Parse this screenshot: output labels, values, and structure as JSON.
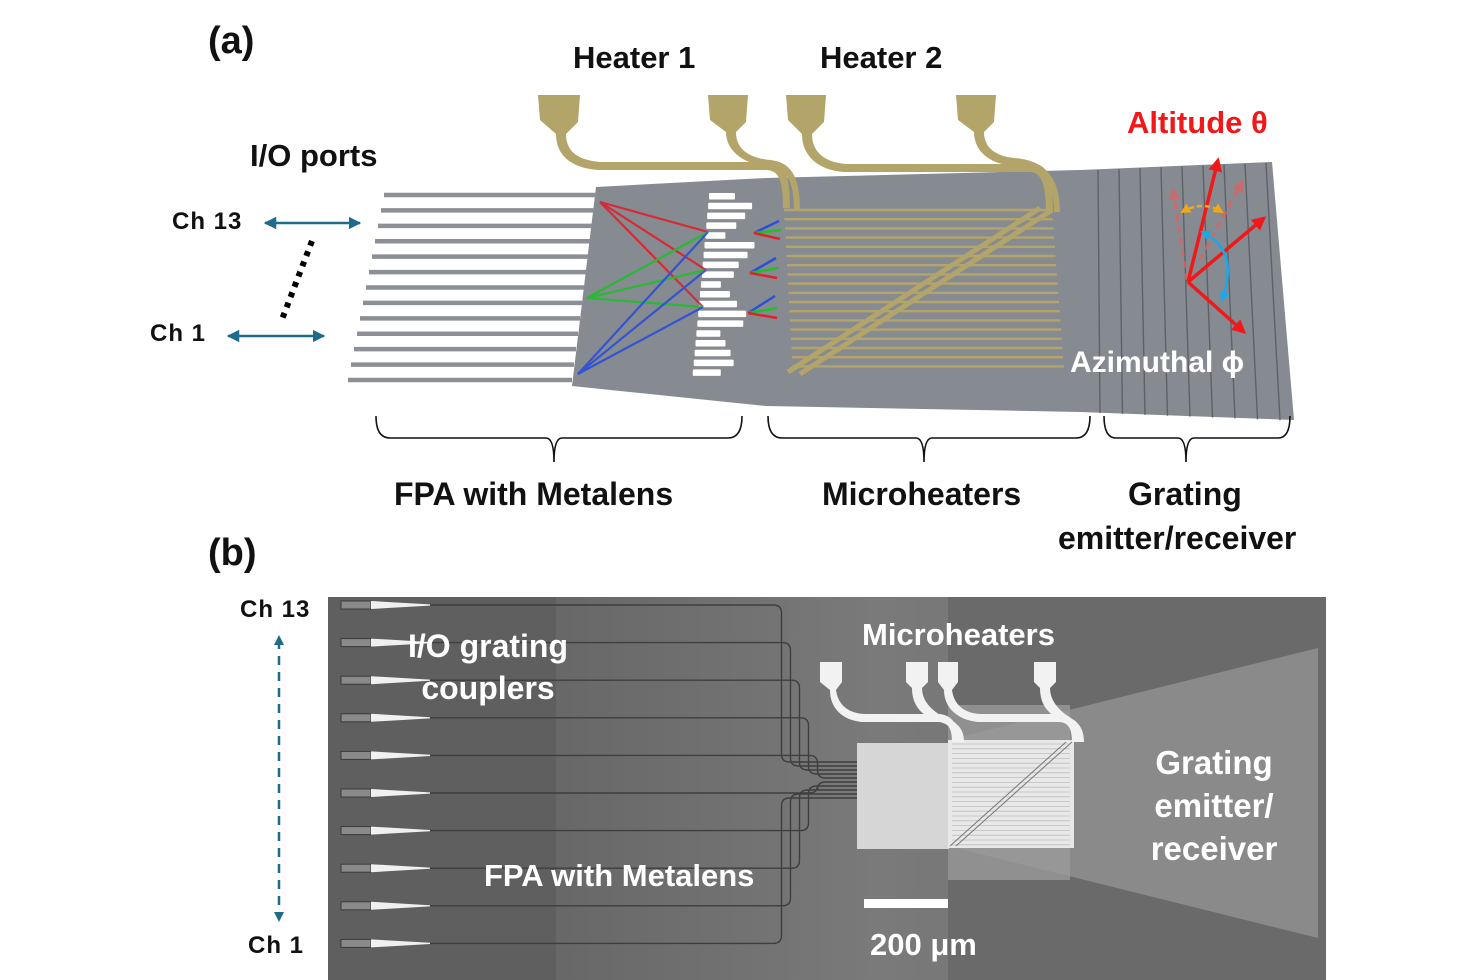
{
  "panel_a": {
    "label": "(a)",
    "heater1_label": "Heater 1",
    "heater2_label": "Heater 2",
    "io_ports_label": "I/O ports",
    "ch_top_label": "Ch 13",
    "ch_bottom_label": "Ch 1",
    "altitude_label": "Altitude θ",
    "azimuthal_label": "Azimuthal ϕ",
    "sections": [
      {
        "label": "FPA with Metalens"
      },
      {
        "label": "Microheaters"
      },
      {
        "label": "Grating",
        "label_line2": "emitter/receiver"
      }
    ],
    "num_io_ports": 13,
    "colors": {
      "heater_gold": "#b3a46a",
      "chip_gray": "#868a91",
      "io_line_gray": "#8c8f95",
      "metalens_white": "#ffffff",
      "beam_red": "#e0202a",
      "beam_green": "#1fbf2a",
      "beam_blue": "#2b4fd8",
      "arrow_red": "#f01818",
      "arrow_orange": "#f0a818",
      "arrow_cyan": "#1aa8e8",
      "channel_arrow": "#1f6b8c"
    }
  },
  "panel_b": {
    "label": "(b)",
    "ch_top_label": "Ch 13",
    "ch_bottom_label": "Ch 1",
    "io_couplers_label_line1": "I/O grating",
    "io_couplers_label_line2": "couplers",
    "fpa_label": "FPA with Metalens",
    "microheaters_label": "Microheaters",
    "grating_label_line1": "Grating",
    "grating_label_line2": "emitter/",
    "grating_label_line3": "receiver",
    "scale_bar_label": "200 μm",
    "num_couplers": 10,
    "colors": {
      "micrograph_bg": "#6e6e6e",
      "channel_arrow": "#1f6b8c"
    }
  }
}
